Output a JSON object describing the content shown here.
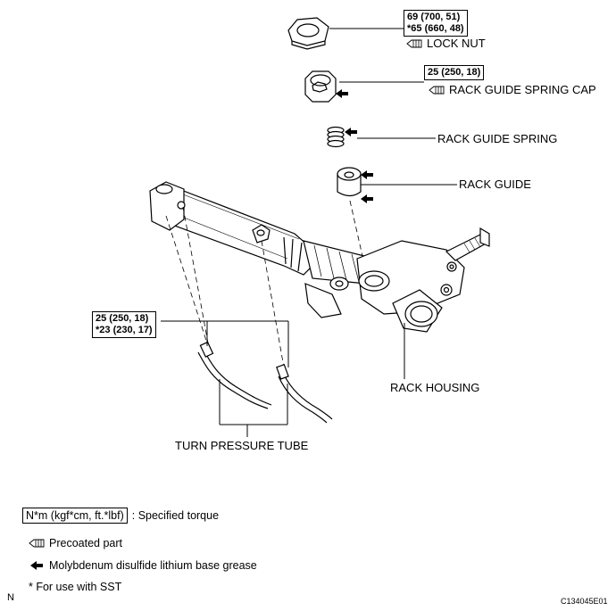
{
  "torques": {
    "lock_nut": [
      "69 (700, 51)",
      "*65 (660, 48)"
    ],
    "spring_cap": [
      "25 (250, 18)"
    ],
    "tube": [
      "25 (250, 18)",
      "*23 (230, 17)"
    ]
  },
  "labels": {
    "lock_nut": "LOCK NUT",
    "spring_cap": "RACK GUIDE SPRING CAP",
    "spring": "RACK GUIDE SPRING",
    "guide": "RACK GUIDE",
    "housing": "RACK HOUSING",
    "tube": "TURN PRESSURE TUBE"
  },
  "legend": {
    "torque_unit": "N*m (kgf*cm, ft.*lbf)",
    "torque_desc": ": Specified torque",
    "precoated": "Precoated part",
    "grease": "Molybdenum disulfide lithium base grease",
    "sst": "* For use with SST"
  },
  "corner": {
    "left": "N",
    "right": "C134045E01"
  },
  "icons": {
    "precoat": "precoated-part-icon",
    "grease": "grease-arrow-icon"
  }
}
